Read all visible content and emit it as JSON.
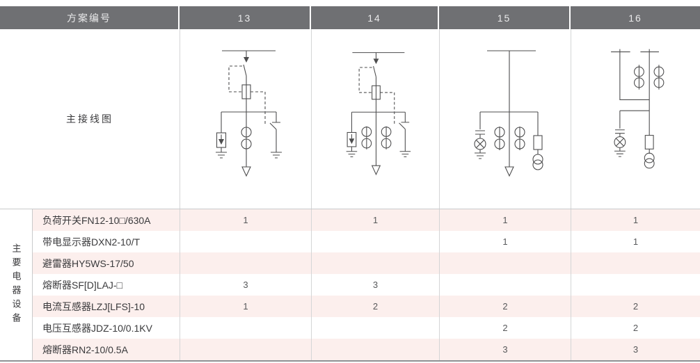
{
  "header": {
    "scheme_label": "方案编号",
    "schemes": [
      "13",
      "14",
      "15",
      "16"
    ]
  },
  "diagram_section": {
    "label": "主接线图"
  },
  "equipment_section": {
    "group_label": "主要电器设备",
    "rows": [
      {
        "name": "负荷开关FN12-10□/630A",
        "values": [
          "1",
          "1",
          "1",
          "1"
        ]
      },
      {
        "name": "带电显示器DXN2-10/T",
        "values": [
          "",
          "",
          "1",
          "1"
        ]
      },
      {
        "name": "避雷器HY5WS-17/50",
        "values": [
          "",
          "",
          "",
          ""
        ]
      },
      {
        "name": "熔断器SF[D]LAJ-□",
        "values": [
          "3",
          "3",
          "",
          ""
        ]
      },
      {
        "name": "电流互感器LZJ[LFS]-10",
        "values": [
          "1",
          "2",
          "2",
          "2"
        ]
      },
      {
        "name": "电压互感器JDZ-10/0.1KV",
        "values": [
          "",
          "",
          "2",
          "2"
        ]
      },
      {
        "name": "熔断器RN2-10/0.5A",
        "values": [
          "",
          "",
          "3",
          "3"
        ]
      }
    ]
  },
  "colors": {
    "header_bg": "#6f7073",
    "header_text": "#eaeaeb",
    "row_alt_bg": "#fcefed",
    "grid_line": "#c9cacb",
    "bottom_border": "#8f9194",
    "diagram_stroke": "#4d4d4e",
    "text_primary": "#3a3a3c",
    "value_text": "#58595b"
  }
}
